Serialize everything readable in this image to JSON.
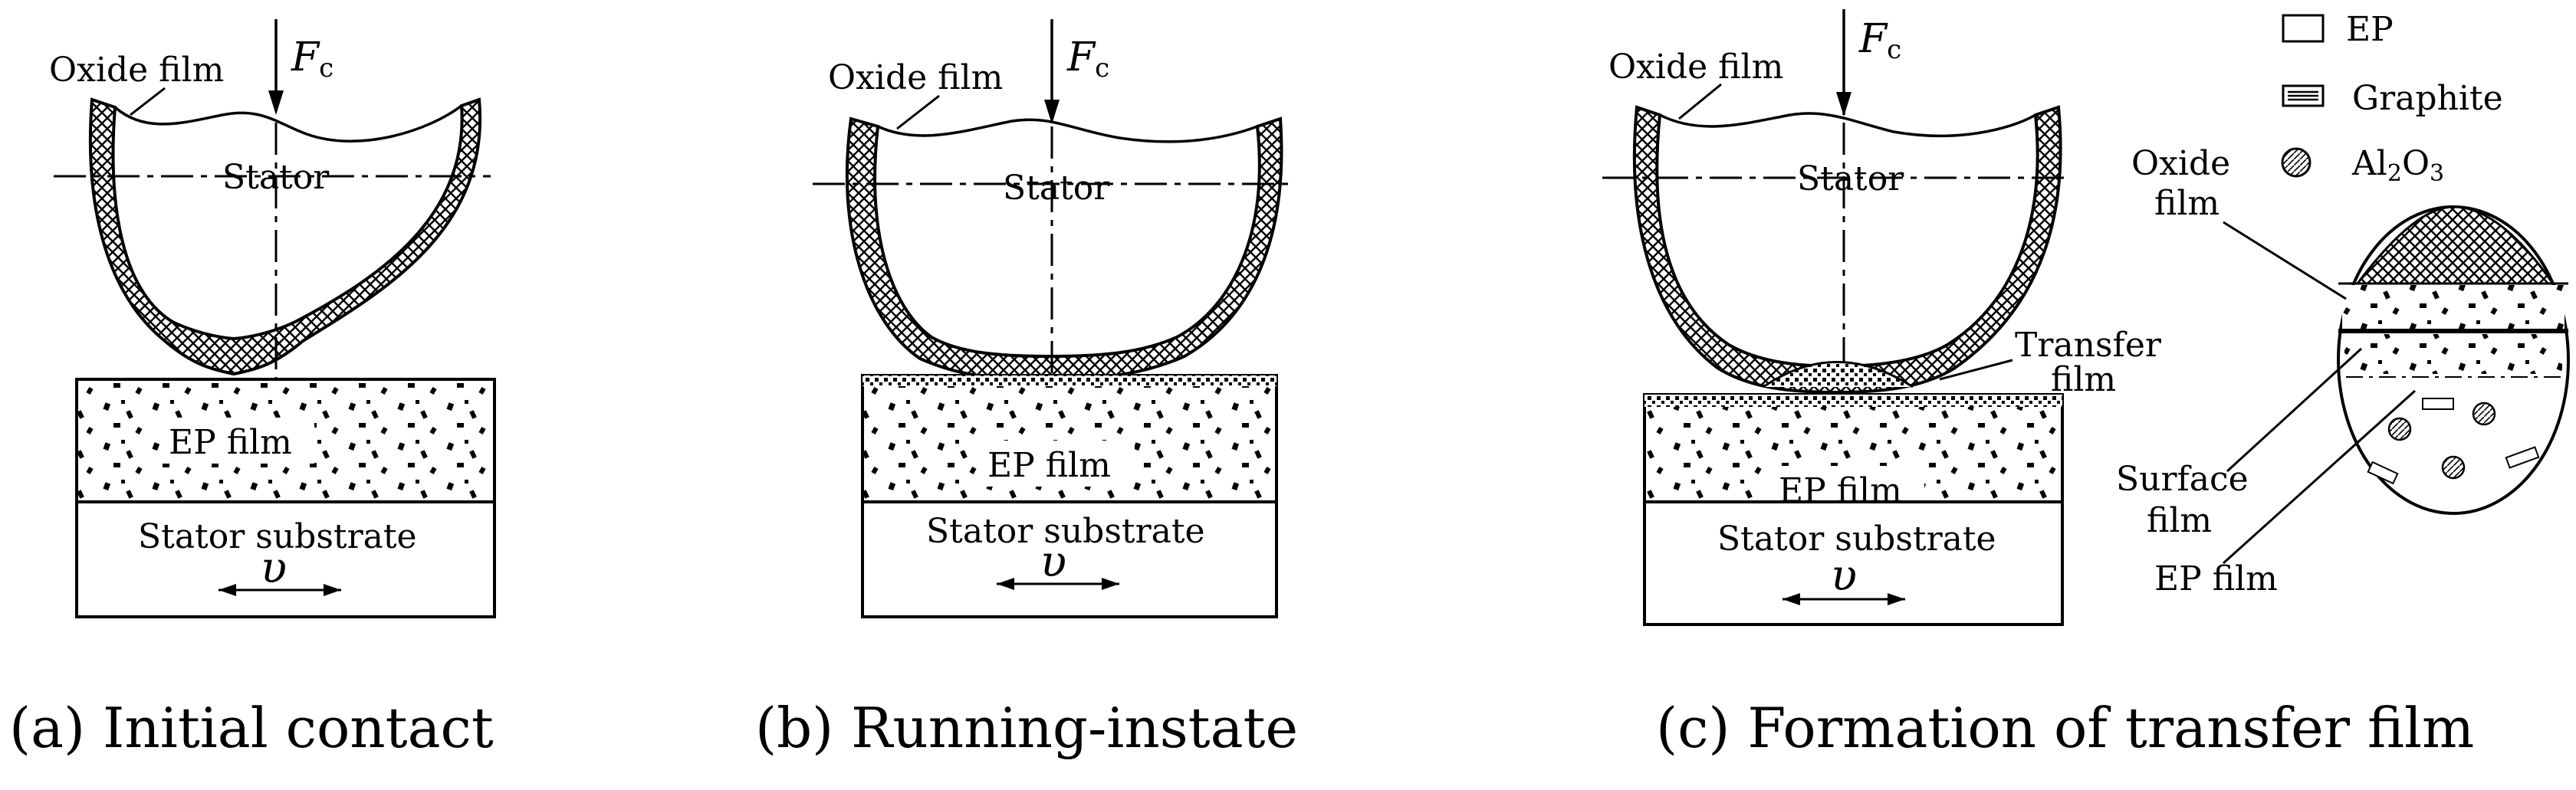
{
  "panels": [
    {
      "force": "F",
      "force_sub": "c",
      "oxide_label": "Oxide film",
      "stator_label": "Stator",
      "film_label": "EP film",
      "substrate_label": "Stator substrate",
      "velocity": "υ",
      "caption": "(a) Initial contact"
    },
    {
      "force": "F",
      "force_sub": "c",
      "oxide_label": "Oxide film",
      "stator_label": "Stator",
      "film_label": "EP film",
      "substrate_label": "Stator substrate",
      "velocity": "υ",
      "caption": "(b) Running-instate"
    },
    {
      "force": "F",
      "force_sub": "c",
      "oxide_label": "Oxide film",
      "stator_label": "Stator",
      "film_label": "EP film",
      "substrate_label": "Stator substrate",
      "velocity": "υ",
      "transfer_line1": "Transfer",
      "transfer_line2": "film",
      "caption": "(c) Formation of transfer film"
    }
  ],
  "legend": [
    {
      "label": "EP",
      "pattern": "blank"
    },
    {
      "label": "Graphite",
      "pattern": "horizontal-lines"
    },
    {
      "label": "Al",
      "sub1": "2",
      "mid": "O",
      "sub2": "3",
      "pattern": "hatched-circle"
    }
  ],
  "detail": {
    "oxide_line1": "Oxide",
    "oxide_line2": "film",
    "surface_line1": "Surface",
    "surface_line2": "film",
    "ep_label": "EP film"
  }
}
